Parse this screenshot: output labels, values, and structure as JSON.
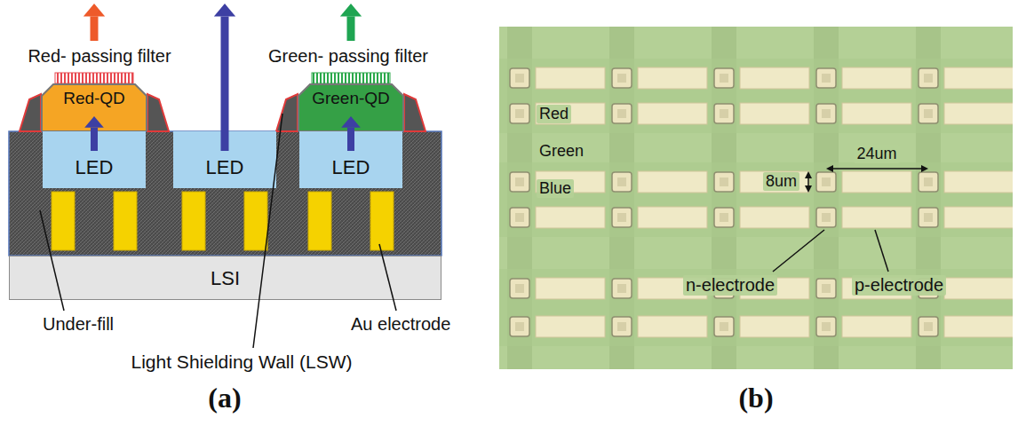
{
  "diagram": {
    "nodes": [
      {
        "text": [
          "Red-QD"
        ]
      },
      {
        "text": [
          "Green-QD"
        ]
      },
      {
        "text": [
          "LED"
        ]
      },
      {
        "text": [
          "LED"
        ]
      },
      {
        "text": [
          "LED"
        ]
      },
      {
        "text": [
          "LSI"
        ]
      }
    ],
    "labels": [
      "Red- passing filter",
      "Green- passing filter",
      "Under-fill",
      "Au electrode",
      "Light Shielding Wall (LSW)",
      "(a)",
      "Red",
      "Green",
      "Blue",
      "24um",
      "8um",
      "n-electrode",
      "p-electrode",
      "(b)"
    ]
  }
}
